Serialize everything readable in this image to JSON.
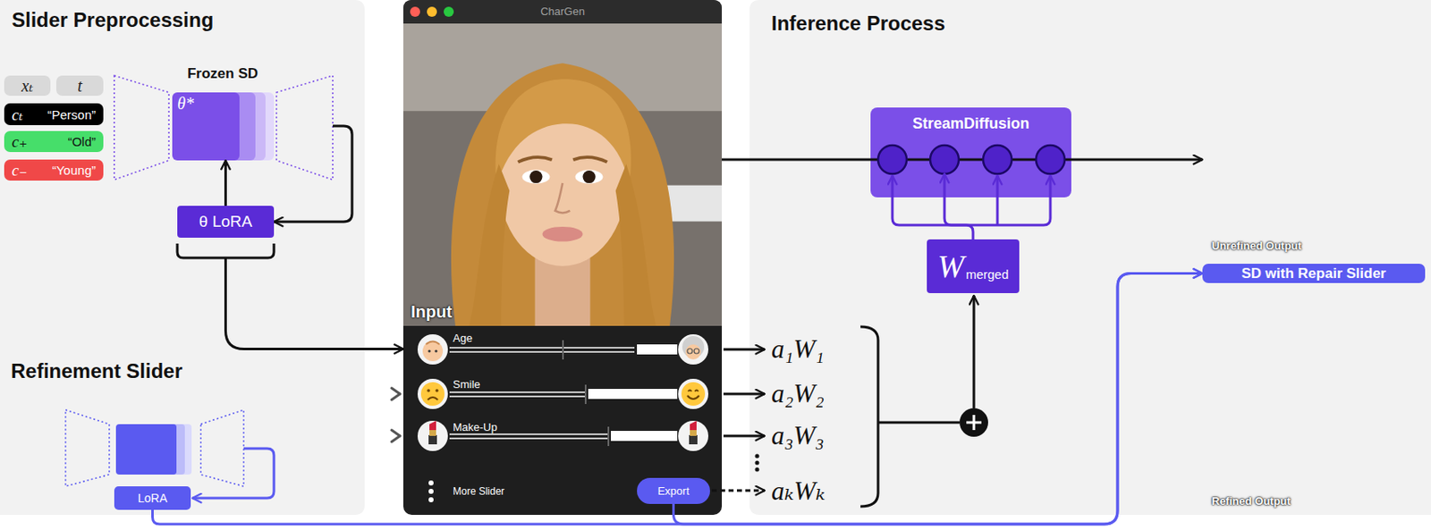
{
  "diagram": {
    "nodes": [
      {
        "text": [
          "xₜ"
        ]
      },
      {
        "text": [
          "t"
        ]
      },
      {
        "text": [
          "cₜ",
          "“Person”"
        ]
      },
      {
        "text": [
          "c₊",
          "“Old”"
        ]
      },
      {
        "text": [
          "c₋",
          "“Young”"
        ]
      },
      {
        "text": [
          "Frozen SD",
          "θ*"
        ]
      },
      {
        "text": [
          "θ LoRA"
        ]
      },
      {
        "text": [
          "LoRA"
        ]
      },
      {
        "text": [
          "CharGen"
        ]
      },
      {
        "text": [
          "Input"
        ],
        "in": 8
      },
      {
        "text": [
          "Age"
        ],
        "in": 8
      },
      {
        "text": [
          "Smile"
        ],
        "in": 8
      },
      {
        "text": [
          "Make-Up"
        ],
        "in": 8
      },
      {
        "text": [
          "Export"
        ],
        "in": 8
      },
      {
        "text": [
          "StreamDiffusion"
        ]
      },
      {
        "text": [
          "W",
          "merged"
        ]
      },
      {
        "text": [
          "Unrefined Output"
        ]
      },
      {
        "text": [
          "SD with Repair Slider"
        ]
      },
      {
        "text": [
          "Refined Output"
        ]
      }
    ],
    "edges": [
      {
        "from": 5,
        "to": 6,
        "arrow": "to"
      },
      {
        "from": 6,
        "to": 5,
        "arrow": "to"
      },
      {
        "from": 6,
        "to": 10,
        "arrow": "to"
      },
      {
        "from": 7,
        "to": 17,
        "arrow": "to"
      },
      {
        "from": 13,
        "to": 17,
        "arrow": "to"
      },
      {
        "from": 9,
        "to": 14,
        "arrow": "none"
      },
      {
        "from": 14,
        "to": 16,
        "arrow": "to"
      },
      {
        "from": 15,
        "to": 14,
        "arrow": "to"
      }
    ],
    "labels": [
      "Slider Preprocessing",
      "Refinement Slider",
      "More Slider",
      "Inference Process",
      "a₁W₁",
      "a₂W₂",
      "a₃W₃",
      "aₖWₖ"
    ]
  }
}
